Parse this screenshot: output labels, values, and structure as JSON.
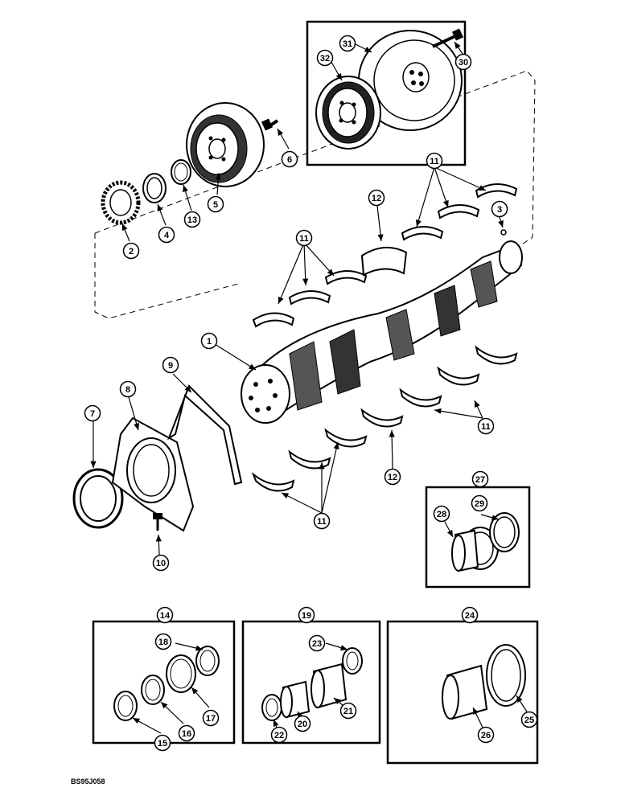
{
  "figure_code": "BS95J058",
  "callouts": {
    "c1": "1",
    "c2": "2",
    "c3": "3",
    "c4": "4",
    "c5": "5",
    "c6": "6",
    "c7": "7",
    "c8": "8",
    "c9": "9",
    "c10": "10",
    "c11": "11",
    "c12": "12",
    "c13": "13",
    "c14": "14",
    "c15": "15",
    "c16": "16",
    "c17": "17",
    "c18": "18",
    "c19": "19",
    "c20": "20",
    "c21": "21",
    "c22": "22",
    "c23": "23",
    "c24": "24",
    "c25": "25",
    "c26": "26",
    "c27": "27",
    "c28": "28",
    "c29": "29",
    "c30": "30",
    "c31": "31",
    "c32": "32"
  }
}
